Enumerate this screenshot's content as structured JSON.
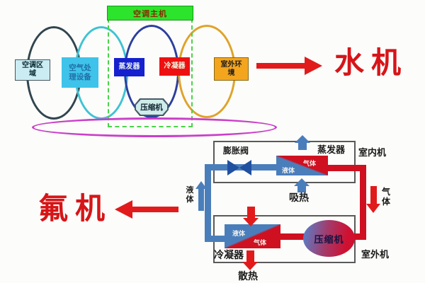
{
  "water_system": {
    "banner": "空调主机",
    "nodes": {
      "zone": "空调区域",
      "air_handler": "空气处理设备",
      "evaporator": "蒸发器",
      "condenser": "冷凝器",
      "outdoor": "室外环境",
      "compressor": "压缩机"
    },
    "callout": "水机"
  },
  "fluorine_system": {
    "callout": "氟机",
    "indoor_unit": "室内机",
    "outdoor_unit": "室外机",
    "expansion_valve": "膨胀阀",
    "evaporator": "蒸发器",
    "condenser": "冷凝器",
    "compressor": "压缩机",
    "absorb_heat": "吸热",
    "dissipate_heat": "散热",
    "liquid": "液体",
    "gas": "气体"
  },
  "colors": {
    "callout_red": "#d61518",
    "arrow_red": "#e11b1b",
    "pipe_blue": "#4a7ebb",
    "pipe_red": "#cf1020",
    "valve_blue": "#2050a0",
    "banner_green": "#2be42b",
    "dashed_green": "#4ad24a",
    "summary_magenta": "#c93fc9",
    "ellipse_dark": "#31454e",
    "ellipse_cyan": "#3ec3d4",
    "ellipse_navy": "#2c3f9e",
    "ellipse_orange": "#dfa32a",
    "zone_box_bg": "#cbecf2",
    "air_box_bg": "#3fc3ea",
    "evap_box_bg": "#1520cf",
    "cond_box_bg": "#ee1010",
    "outdoor_box_bg": "#f4a51e",
    "compressor_bg": "#cdecea"
  }
}
